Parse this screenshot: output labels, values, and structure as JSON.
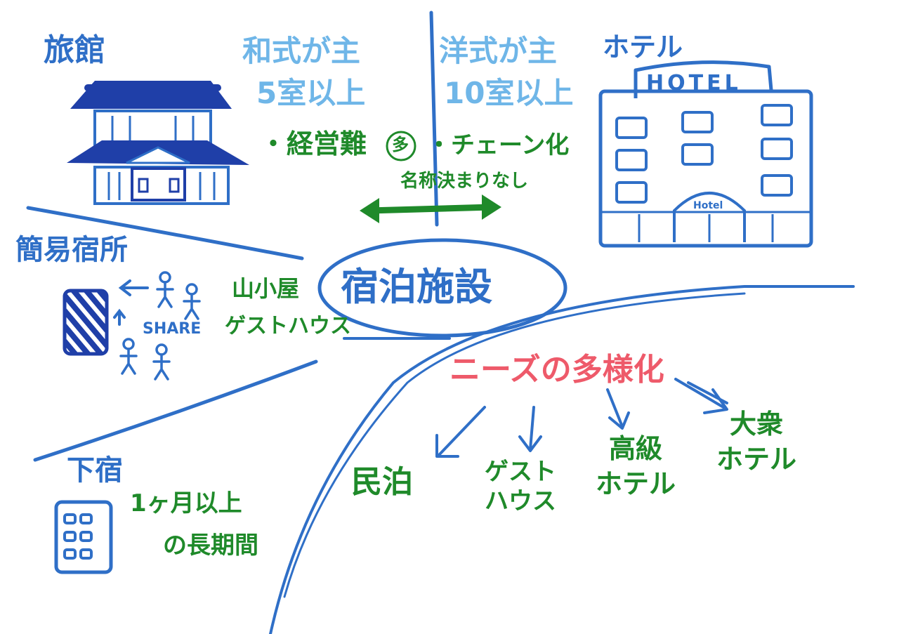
{
  "ryokan": {
    "title": "旅館",
    "condition_line1": "和式が主",
    "condition_line2": "5室以上"
  },
  "hotel": {
    "title": "ホテル",
    "sign": "HOTEL",
    "door_sign": "Hotel",
    "condition_line1": "洋式が主",
    "condition_line2": "10室以上"
  },
  "center": {
    "title": "宿泊施設",
    "management": "・経営難",
    "management_badge": "多",
    "chain": "・チェーン化",
    "arrow_caption": "名称決まりなし"
  },
  "kaniyado": {
    "title": "簡易宿所",
    "share_label": "SHARE",
    "examples_line1": "山小屋",
    "examples_line2": "ゲストハウス"
  },
  "geshuku": {
    "title": "下宿",
    "note_line1": "1ヶ月以上",
    "note_line2": "の長期間"
  },
  "needs": {
    "title": "ニーズの多様化",
    "branches": [
      {
        "lines": [
          "民泊"
        ]
      },
      {
        "lines": [
          "ゲスト",
          "ハウス"
        ]
      },
      {
        "lines": [
          "高級",
          "ホテル"
        ]
      },
      {
        "lines": [
          "大衆",
          "ホテル"
        ]
      }
    ]
  },
  "colors": {
    "blue_ink": "#2f6fc7",
    "dark_blue_ink": "#1f3fa8",
    "light_blue_ink": "#6fb6e8",
    "green_ink": "#1f8a2a",
    "red_ink": "#ee5a6a"
  }
}
